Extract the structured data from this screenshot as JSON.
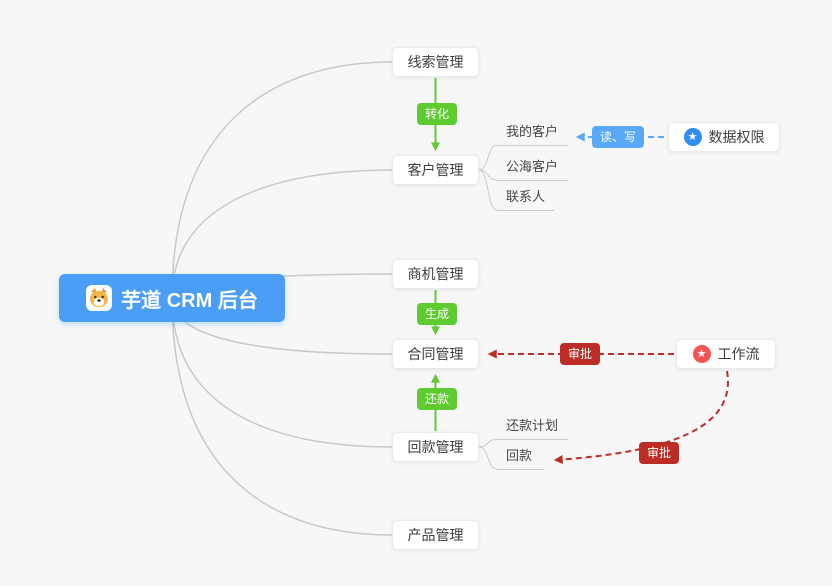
{
  "root": {
    "label": "芋道 CRM 后台",
    "icon": "dog-face-icon"
  },
  "branches": [
    {
      "id": "leads",
      "label": "线索管理"
    },
    {
      "id": "customer",
      "label": "客户管理"
    },
    {
      "id": "opportunity",
      "label": "商机管理"
    },
    {
      "id": "contract",
      "label": "合同管理"
    },
    {
      "id": "receivable",
      "label": "回款管理"
    },
    {
      "id": "product",
      "label": "产品管理"
    }
  ],
  "customer_children": [
    {
      "label": "我的客户"
    },
    {
      "label": "公海客户"
    },
    {
      "label": "联系人"
    }
  ],
  "receivable_children": [
    {
      "label": "还款计划"
    },
    {
      "label": "回款"
    }
  ],
  "side_nodes": {
    "data_permission": {
      "label": "数据权限",
      "icon": "star-icon"
    },
    "workflow": {
      "label": "工作流",
      "icon": "star-icon"
    }
  },
  "edge_labels": {
    "convert": "转化",
    "generate": "生成",
    "repay": "还款",
    "read_write": "读、写",
    "approve_contract": "审批",
    "approve_receivable": "审批"
  },
  "colors": {
    "root_bg": "#4b9ef5",
    "green": "#5ecb31",
    "blue": "#59aaf6",
    "red": "#bc2e25",
    "edge_gray": "#c9c9c9",
    "data_permission_icon": "#2f8ef4",
    "workflow_icon": "#f25555"
  }
}
